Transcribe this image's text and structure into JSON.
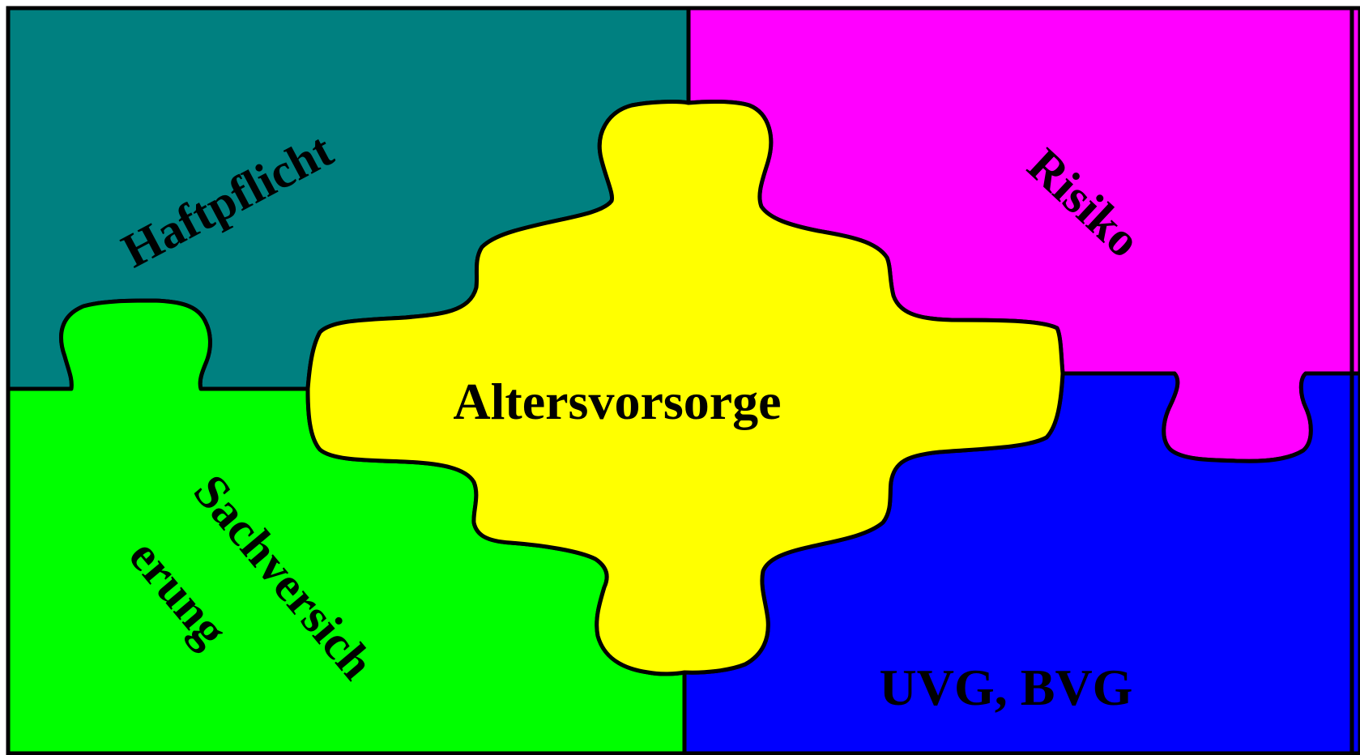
{
  "pieces": {
    "haftpflicht": {
      "label": "Haftpflicht",
      "color": "#008080"
    },
    "risiko": {
      "label": "Risiko",
      "color": "#ff00ff"
    },
    "sachversicherung": {
      "line1": "Sachversich",
      "line2": "erung",
      "color": "#00ff00"
    },
    "uvg_bvg": {
      "label": "UVG, BVG",
      "color": "#0000ff"
    },
    "altersvorsorge": {
      "label": "Altersvorsorge",
      "color": "#ffff00"
    }
  },
  "outline_color": "#000000"
}
